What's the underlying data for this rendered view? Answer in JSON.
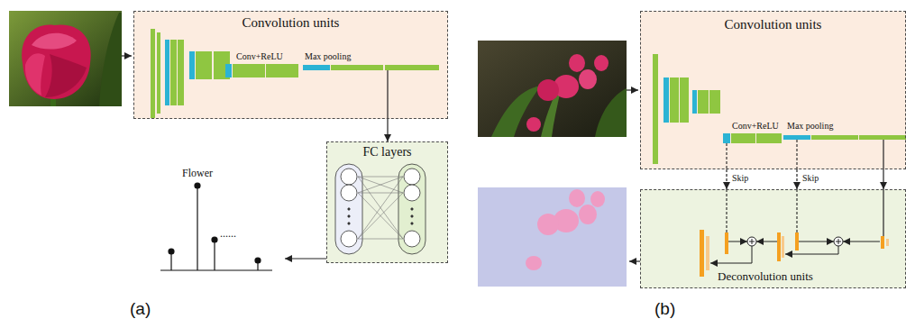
{
  "diagram": {
    "nodes": [
      {
        "text": [
          "Convolution units"
        ]
      },
      {
        "text": [
          "FC layers"
        ]
      },
      {
        "text": [
          "Convolution units"
        ]
      },
      {
        "text": [
          "Deconvolution units"
        ]
      }
    ],
    "edges": [
      {
        "from": 0,
        "to": 1,
        "arrow": "to"
      },
      {
        "from": 2,
        "to": 3,
        "label": "Skip",
        "arrow": "to"
      },
      {
        "from": 2,
        "to": 3,
        "label": "Skip",
        "arrow": "to"
      },
      {
        "from": 2,
        "to": 3,
        "arrow": "to"
      }
    ],
    "labels": [
      "Conv+ReLU",
      "Max pooling",
      "Flower",
      "......",
      "(a)",
      "Conv+ReLU",
      "Max pooling",
      "(b)"
    ]
  }
}
